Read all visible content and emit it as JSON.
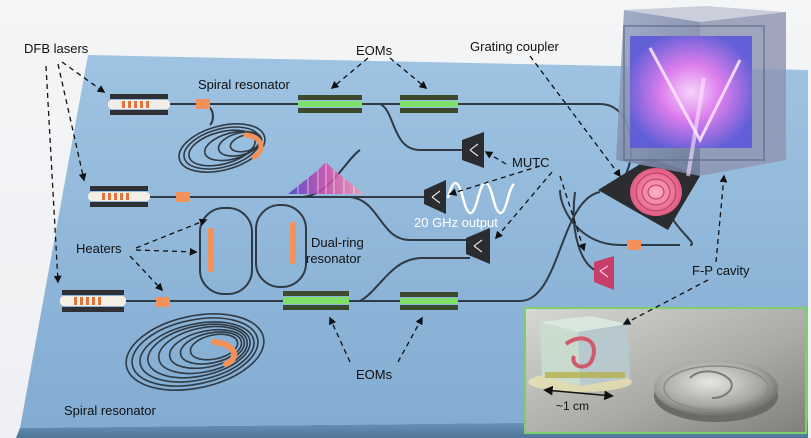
{
  "labels": {
    "dfb_lasers": "DFB lasers",
    "eoms_top": "EOMs",
    "eoms_bottom": "EOMs",
    "grating_coupler": "Grating coupler",
    "spiral_resonator_top": "Spiral resonator",
    "spiral_resonator_bottom": "Spiral resonator",
    "mutc": "MUTC",
    "output_20ghz": "20 GHz output",
    "heaters": "Heaters",
    "dual_ring_line1": "Dual-ring",
    "dual_ring_line2": "resonator",
    "fp_cavity": "F-P cavity",
    "scale": "~1 cm"
  },
  "colors": {
    "chip_surface": "#8fb6d8",
    "waveguide": "#2f3a44",
    "heater": "#f2925a",
    "eom_electrode": "#3c4a2e",
    "eom_active": "#7fe06a",
    "photo_frame": "#7dcf6d",
    "cavity_glow": "#ff78ff"
  },
  "icons": {
    "spectrum": "optical-frequency-comb-icon",
    "sine_wave": "microwave-sine-wave-icon",
    "coin": "dime-coin-icon"
  }
}
